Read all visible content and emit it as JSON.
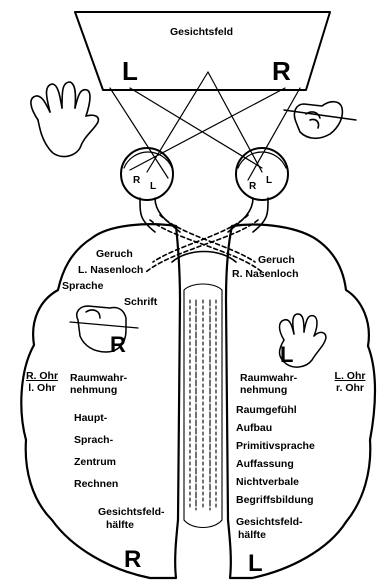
{
  "title": "Gesichtsfeld",
  "field_left": "L",
  "field_right": "R",
  "eye_left": {
    "r": "R",
    "l": "L"
  },
  "eye_right": {
    "r": "R",
    "l": "L"
  },
  "right_hemisphere": {
    "smell_1": "Geruch",
    "smell_2": "L. Nasenloch",
    "speech": "Sprache",
    "writing": "Schrift",
    "hand_letter": "R",
    "ear_top": "R. Ohr",
    "ear_bottom": "l. Ohr",
    "space_1": "Raumwahr-",
    "space_2": "nehmung",
    "lines": [
      "Haupt-",
      "Sprach-",
      "Zentrum",
      "Rechnen"
    ],
    "field_half_1": "Gesichtsfeld-",
    "field_half_2": "hälfte",
    "side": "R"
  },
  "left_hemisphere": {
    "smell_1": "Geruch",
    "smell_2": "R. Nasenloch",
    "hand_letter": "L",
    "ear_top": "L. Ohr",
    "ear_bottom": "r. Ohr",
    "space_1": "Raumwahr-",
    "space_2": "nehmung",
    "lines": [
      "Raumgefühl",
      "Aufbau",
      "Primitivsprache",
      "Auffassung",
      "Nichtverbale",
      "Begriffsbildung"
    ],
    "field_half_1": "Gesichtsfeld-",
    "field_half_2": "hälfte",
    "side": "L"
  }
}
